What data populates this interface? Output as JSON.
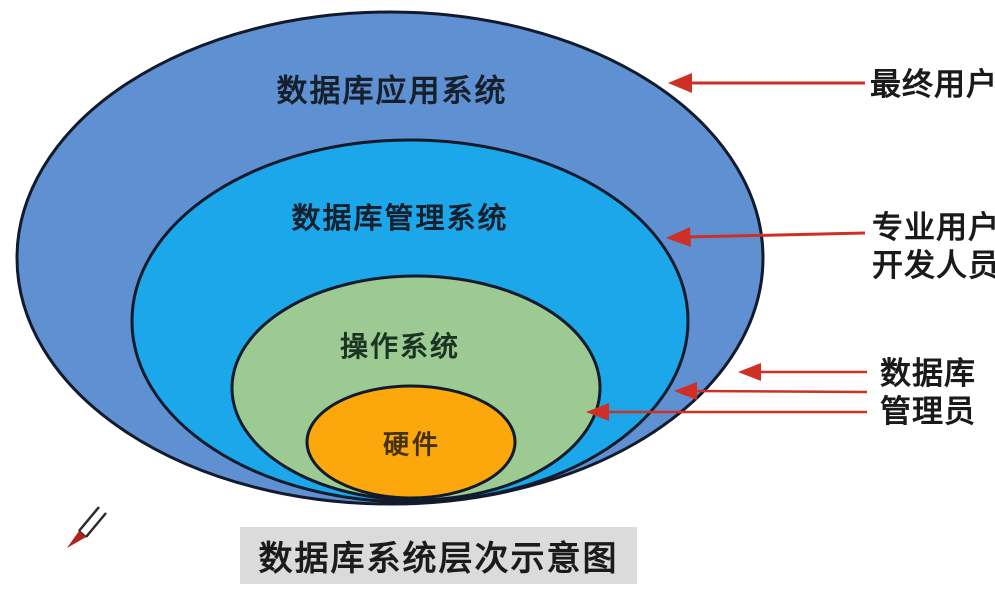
{
  "diagram": {
    "caption": "数据库系统层次示意图",
    "layers": [
      {
        "name": "database-application-system",
        "label": "数据库应用系统",
        "fill": "#5E90D2"
      },
      {
        "name": "database-management-system",
        "label": "数据库管理系统",
        "fill": "#1BA7E9"
      },
      {
        "name": "operating-system",
        "label": "操作系统",
        "fill": "#9CCA92"
      },
      {
        "name": "hardware",
        "label": "硬件",
        "fill": "#FCA80D"
      }
    ],
    "annotations": [
      {
        "name": "end-user",
        "lines": [
          "最终用户",
          ""
        ]
      },
      {
        "name": "professional-user",
        "lines": [
          "专业用户",
          "开发人员"
        ]
      },
      {
        "name": "database-admin",
        "lines": [
          "数据库",
          "管理员"
        ]
      }
    ],
    "colors": {
      "arrow": "#CE3026",
      "outline": "#121B2C",
      "caption_bg": "#DBDBDB",
      "background": "#FFFFFF"
    },
    "icons": [
      {
        "name": "pencil-icon"
      }
    ]
  }
}
